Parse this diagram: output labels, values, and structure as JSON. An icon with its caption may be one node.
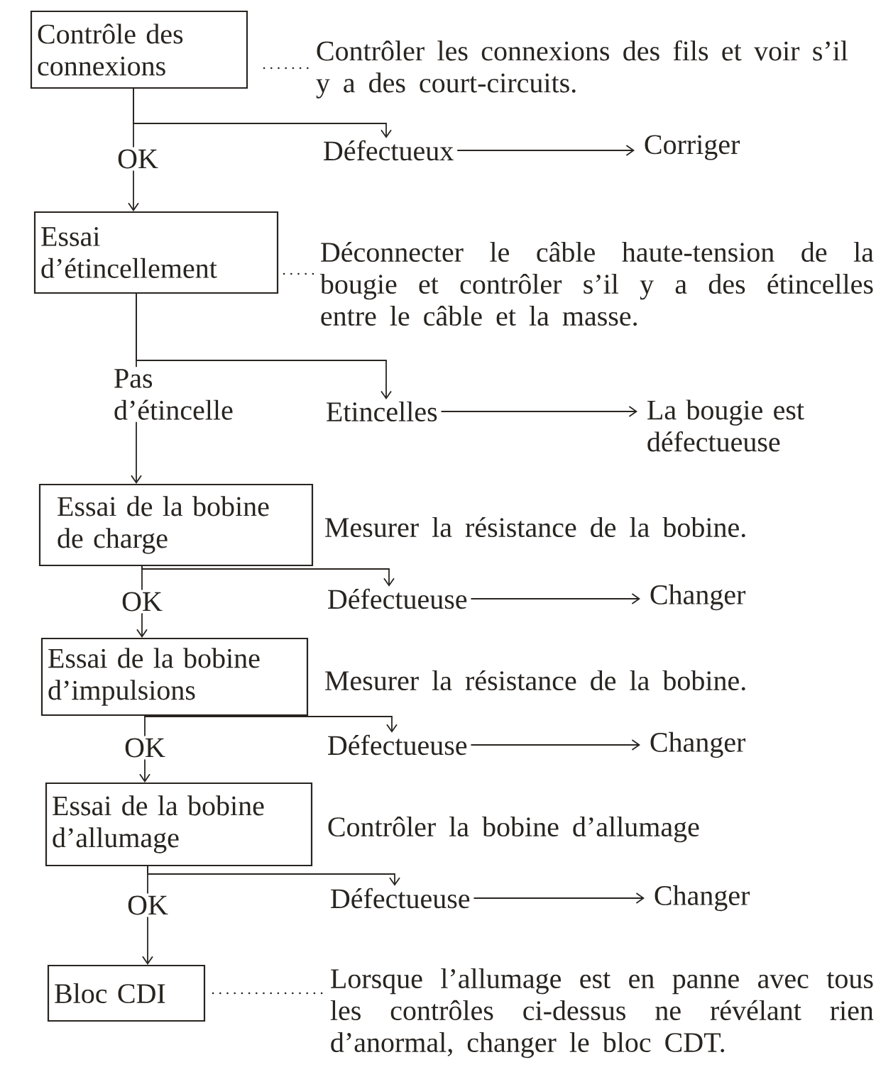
{
  "diagram": {
    "nodes": [
      {
        "text": [
          "Contrôle des connexions"
        ]
      },
      {
        "text": [
          "Défectueux"
        ]
      },
      {
        "text": [
          "Corriger"
        ]
      },
      {
        "text": [
          "Essai d’étincellement"
        ]
      },
      {
        "text": [
          "Etincelles"
        ]
      },
      {
        "text": [
          "La bougie est défectueuse"
        ]
      },
      {
        "text": [
          "Essai de la bobine de charge"
        ]
      },
      {
        "text": [
          "Défectueuse"
        ]
      },
      {
        "text": [
          "Changer"
        ]
      },
      {
        "text": [
          "Essai de la bobine d’impulsions"
        ]
      },
      {
        "text": [
          "Défectueuse"
        ]
      },
      {
        "text": [
          "Changer"
        ]
      },
      {
        "text": [
          "Essai de la bobine d’allumage"
        ]
      },
      {
        "text": [
          "Défectueuse"
        ]
      },
      {
        "text": [
          "Changer"
        ]
      },
      {
        "text": [
          "Bloc CDI"
        ]
      }
    ],
    "edges": [
      {
        "from": 0,
        "to": 3,
        "arrow": "to",
        "label": "OK"
      },
      {
        "from": 0,
        "to": 1,
        "arrow": "to"
      },
      {
        "from": 1,
        "to": 2,
        "arrow": "to"
      },
      {
        "from": 3,
        "to": 6,
        "arrow": "to",
        "label": "Pas d’étincelle"
      },
      {
        "from": 3,
        "to": 4,
        "arrow": "to"
      },
      {
        "from": 4,
        "to": 5,
        "arrow": "to"
      },
      {
        "from": 6,
        "to": 9,
        "arrow": "to",
        "label": "OK"
      },
      {
        "from": 6,
        "to": 7,
        "arrow": "to"
      },
      {
        "from": 7,
        "to": 8,
        "arrow": "to"
      },
      {
        "from": 9,
        "to": 12,
        "arrow": "to",
        "label": "OK"
      },
      {
        "from": 9,
        "to": 10,
        "arrow": "to"
      },
      {
        "from": 10,
        "to": 11,
        "arrow": "to"
      },
      {
        "from": 12,
        "to": 15,
        "arrow": "to",
        "label": "OK"
      },
      {
        "from": 12,
        "to": 13,
        "arrow": "to"
      },
      {
        "from": 13,
        "to": 14,
        "arrow": "to"
      }
    ],
    "labels": [
      "Contrôler les connexions des fils et voir s’il y a des court-circuits.",
      "Déconnecter le câble haute-tension de la bougie et contrôler s’il y a des étincelles entre le câble et la masse.",
      "Mesurer la résistance de la bobine.",
      "Mesurer la résistance de la bobine.",
      "Contrôler la bobine d’allumage",
      "Lorsque l’allumage est en panne avec tous les contrôles ci-dessus ne révélant rien d’anormal, changer le bloc CDT."
    ]
  }
}
